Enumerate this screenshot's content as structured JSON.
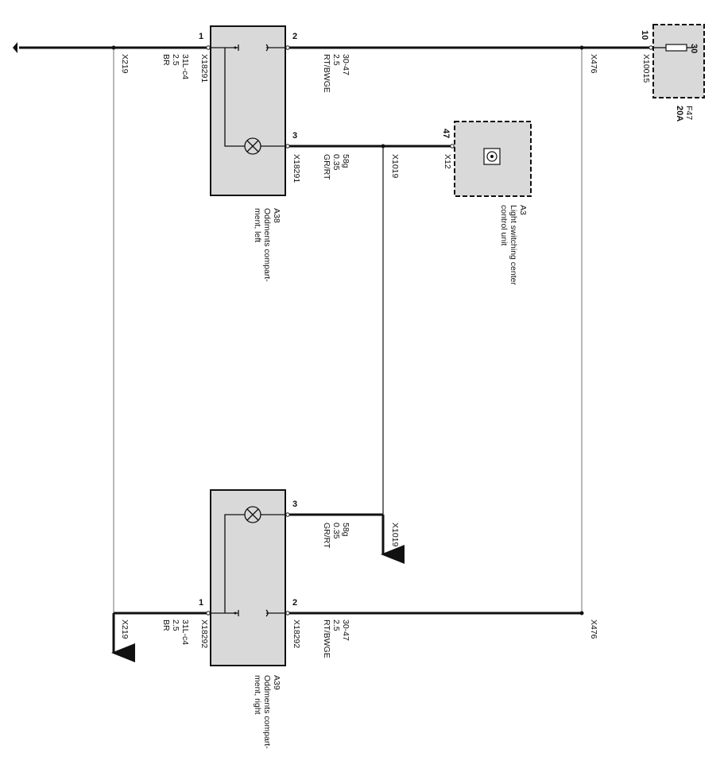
{
  "colors": {
    "component_fill": "#d9d9d9",
    "wire": "#111111",
    "thin_wire": "#8a8a8a",
    "background": "#ffffff"
  },
  "components": {
    "a38": {
      "id": "A38",
      "name_line1": "Oddments compart-",
      "name_line2": "ment, left",
      "connector": "X18291",
      "pins": {
        "p1": "1",
        "p2": "2",
        "p3": "3"
      }
    },
    "a39": {
      "id": "A39",
      "name_line1": "Oddments compart-",
      "name_line2": "ment, right",
      "connector": "X18292",
      "pins": {
        "p1": "1",
        "p2": "2",
        "p3": "3"
      }
    },
    "a3": {
      "id": "A3",
      "name_line1": "Light switching center",
      "name_line2": "control unit",
      "connector": "X12",
      "pin": "47"
    },
    "f47": {
      "id": "F47",
      "rating": "20A",
      "connector": "X10015",
      "pin_in": "10",
      "pin_out": "30"
    }
  },
  "wires": {
    "w_31l_top": {
      "signal": "31L-c4",
      "size": "2.5",
      "color": "BR"
    },
    "w_30_top": {
      "signal": "30-47",
      "size": "2.5",
      "color": "RT/BWGE"
    },
    "w_58_top": {
      "signal": "58g",
      "size": "0.35",
      "color": "GR/RT"
    },
    "w_31l_bot": {
      "signal": "31L-c4",
      "size": "2.5",
      "color": "BR"
    },
    "w_30_bot": {
      "signal": "30-47",
      "size": "2.5",
      "color": "RT/BWGE"
    },
    "w_58_bot": {
      "signal": "58g",
      "size": "0.35",
      "color": "GR/RT"
    }
  },
  "splices": {
    "x219_top": "X219",
    "x219_bot": "X219",
    "x476_top": "X476",
    "x476_bot": "X476",
    "x1019_top": "X1019",
    "x1019_bot": "X1019"
  },
  "icons": {
    "lamp": "lamp-icon",
    "switch": "switch-contact-icon",
    "fuse": "fuse-icon",
    "control_unit": "control-unit-icon",
    "arrow": "arrow-icon"
  }
}
